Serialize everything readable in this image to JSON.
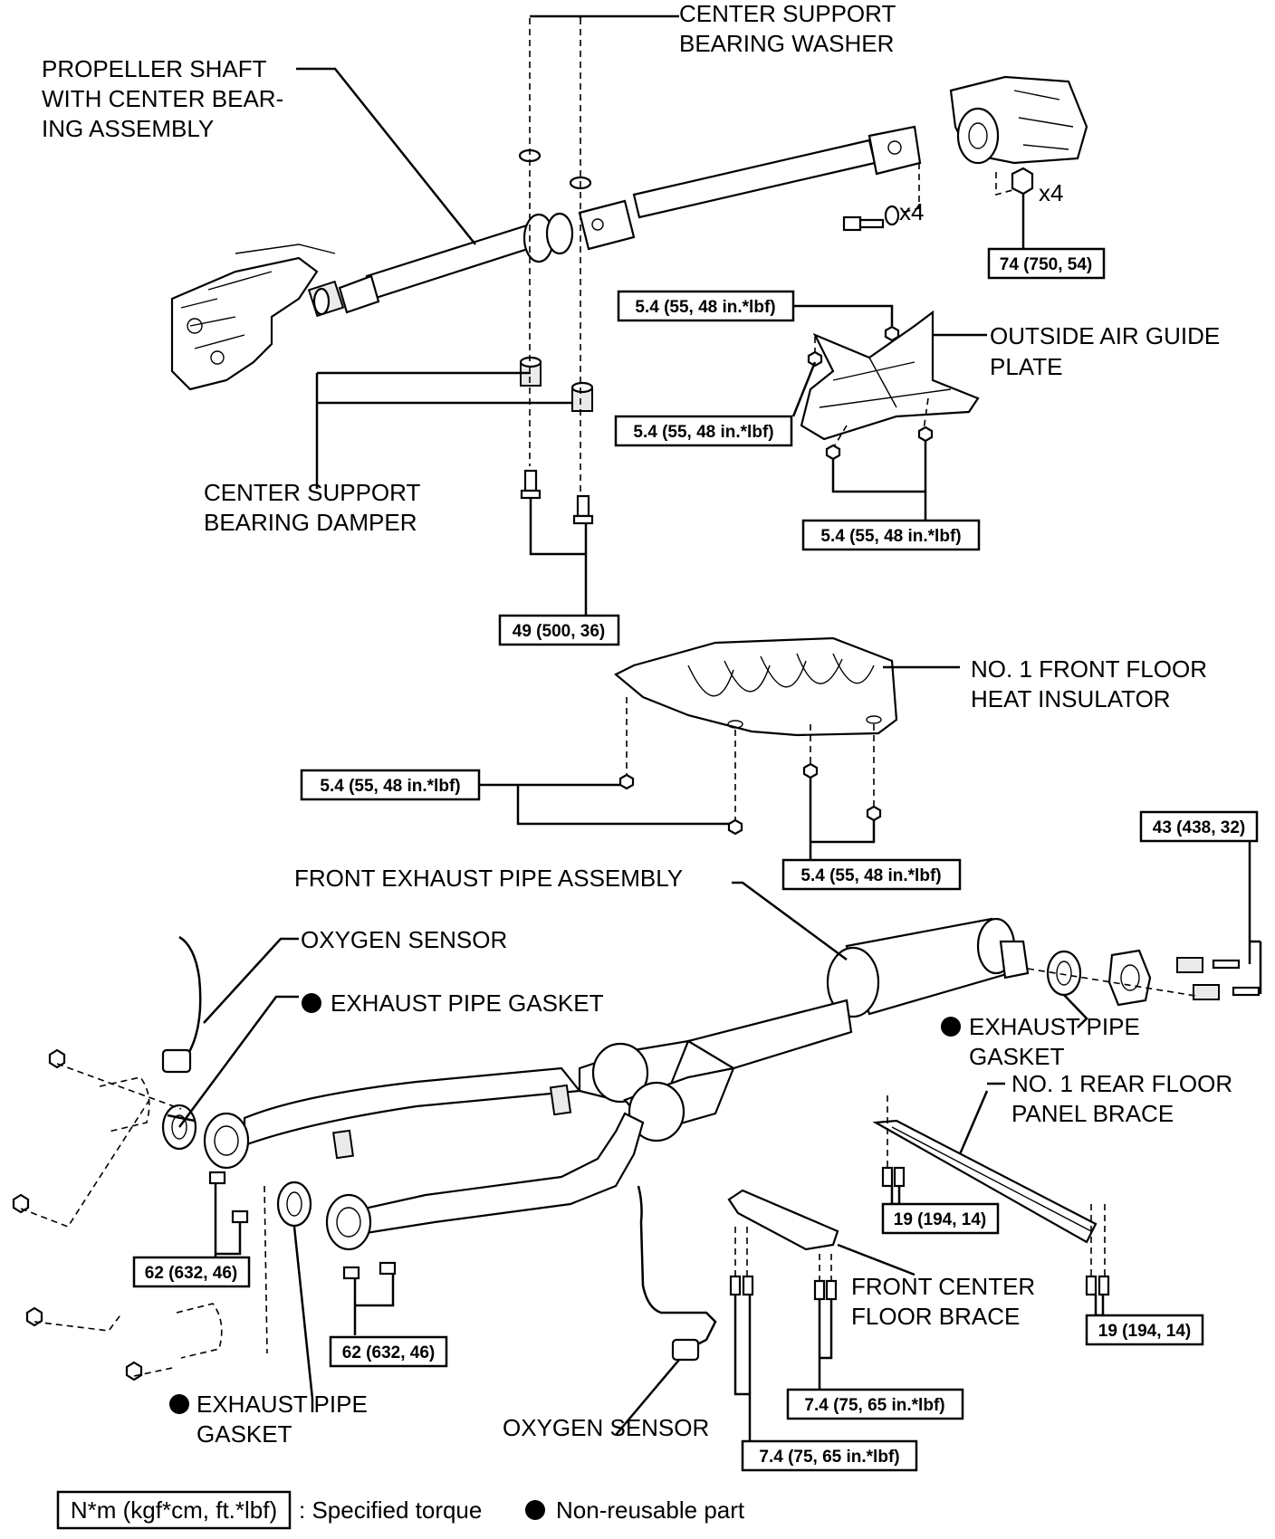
{
  "labels": {
    "center_support_bearing_washer": [
      "CENTER SUPPORT",
      "BEARING WASHER"
    ],
    "propeller_shaft": [
      "PROPELLER SHAFT",
      "WITH CENTER BEAR-",
      "ING ASSEMBLY"
    ],
    "center_support_bearing_damper": [
      "CENTER SUPPORT",
      "BEARING DAMPER"
    ],
    "outside_air_guide_plate": [
      "OUTSIDE AIR GUIDE",
      "PLATE"
    ],
    "no1_front_floor_heat_insulator": [
      "NO. 1 FRONT FLOOR",
      "HEAT INSULATOR"
    ],
    "front_exhaust_pipe_assembly": "FRONT EXHAUST PIPE ASSEMBLY",
    "oxygen_sensor_upper": "OXYGEN SENSOR",
    "exhaust_pipe_gasket_upper": "EXHAUST PIPE GASKET",
    "exhaust_pipe_gasket_right": [
      "EXHAUST PIPE",
      "GASKET"
    ],
    "no1_rear_floor_panel_brace": [
      "NO. 1 REAR FLOOR",
      "PANEL BRACE"
    ],
    "front_center_floor_brace": [
      "FRONT CENTER",
      "FLOOR BRACE"
    ],
    "exhaust_pipe_gasket_lower": [
      "EXHAUST PIPE",
      "GASKET"
    ],
    "oxygen_sensor_lower": "OXYGEN SENSOR",
    "qty_x4_washer": "x4",
    "qty_x4_nut": "x4"
  },
  "torques": {
    "flange_nut": "74 (750, 54)",
    "air_guide_upper": "5.4 (55, 48 in.*lbf)",
    "air_guide_middle": "5.4 (55, 48 in.*lbf)",
    "air_guide_lower": "5.4 (55, 48 in.*lbf)",
    "center_bearing_bolts": "49 (500, 36)",
    "insulator_left": "5.4 (55, 48 in.*lbf)",
    "insulator_right": "5.4 (55, 48 in.*lbf)",
    "rear_flange_bolts": "43 (438, 32)",
    "front_flange_left": "62 (632, 46)",
    "front_flange_right": "62 (632, 46)",
    "rear_brace_left": "19 (194, 14)",
    "rear_brace_right": "19 (194, 14)",
    "center_brace_right": "7.4 (75, 65 in.*lbf)",
    "center_brace_left": "7.4 (75, 65 in.*lbf)"
  },
  "legend": {
    "torque_unit": "N*m (kgf*cm, ft.*lbf)",
    "torque_text": ": Specified torque",
    "nonreusable_text": "Non-reusable part"
  }
}
